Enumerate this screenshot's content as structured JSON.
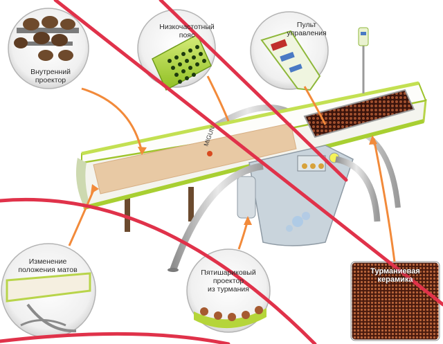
{
  "labels": {
    "inner_projector": "Внутренний\nпроектор",
    "low_freq_belt": "Низкочастотный\nпояс",
    "remote": "Пульт\nуправления",
    "mat_position": "Изменение\nположения матов",
    "five_ball": "Пятишариковый\nпроектор\nиз турмания",
    "tourmaline": "Турманиевая\nкерамика"
  },
  "brand_text": "MIGUN",
  "colors": {
    "accent_green": "#b5d53a",
    "mat_beige": "#e8c9a4",
    "strike_red": "#e0324a",
    "arrow_orange": "#f28a3a",
    "ceramic_brown": "#6b2a1a"
  }
}
